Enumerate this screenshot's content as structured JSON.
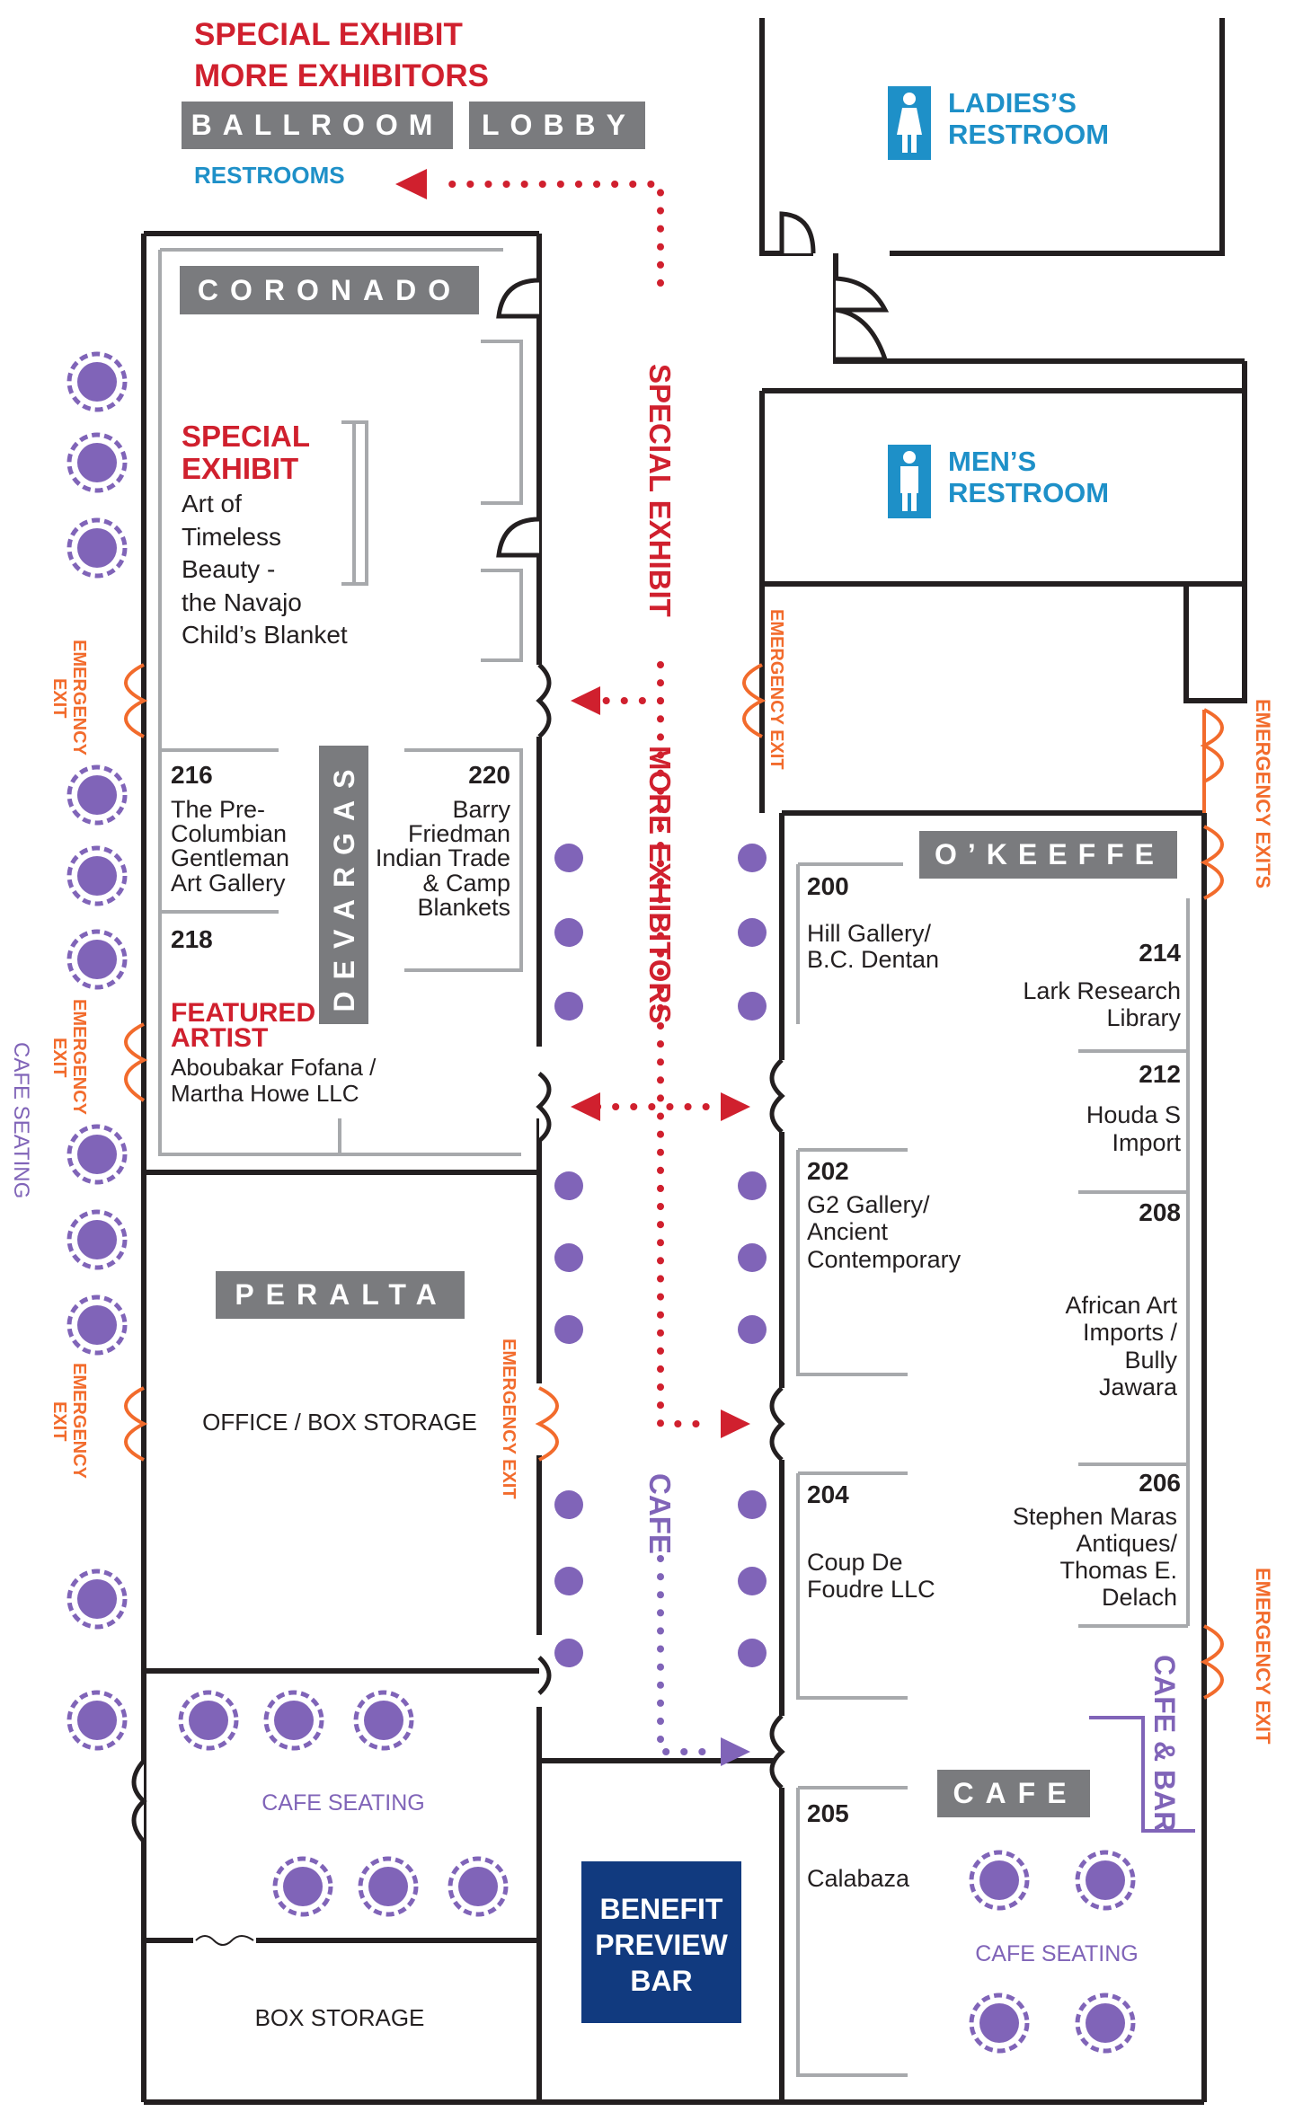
{
  "title": "",
  "top": {
    "special_exhibit": "SPECIAL EXHIBIT",
    "more_exhibitors": "MORE EXHIBITORS",
    "ballroom": "BALLROOM",
    "lobby": "LOBBY",
    "restrooms": "RESTROOMS"
  },
  "restrooms": {
    "ladies_1": "LADIES’S",
    "ladies_2": "RESTROOM",
    "mens_1": "MEN’S",
    "mens_2": "RESTROOM"
  },
  "corridor": {
    "special_exhibit": "SPECIAL EXHIBIT",
    "more_exhibitors": "MORE EXHIBITORS",
    "cafe": "CAFE"
  },
  "rooms": {
    "coronado": "CORONADO",
    "devargas": "DEVARGAS",
    "peralta": "PERALTA",
    "okeeffe": "O’KEEFFE",
    "cafe": "CAFE",
    "benefit_1": "BENEFIT",
    "benefit_2": "PREVIEW",
    "benefit_3": "BAR",
    "office": "OFFICE / BOX STORAGE",
    "box_storage": "BOX STORAGE",
    "cafe_seating": "CAFE SEATING"
  },
  "special_exhibit_block": {
    "head_1": "SPECIAL",
    "head_2": "EXHIBIT",
    "lines": [
      "Art of",
      "Timeless",
      "Beauty -",
      "the Navajo",
      "Child’s Blanket"
    ]
  },
  "featured": {
    "head_1": "FEATURED",
    "head_2": "ARTIST",
    "lines": [
      "Aboubakar Fofana /",
      "Martha Howe LLC"
    ]
  },
  "booths": {
    "b216": {
      "num": "216",
      "lines": [
        "The Pre-",
        "Columbian",
        "Gentleman",
        "Art Gallery"
      ]
    },
    "b218": {
      "num": "218"
    },
    "b220": {
      "num": "220",
      "lines": [
        "Barry",
        "Friedman",
        "Indian Trade",
        "& Camp",
        "Blankets"
      ]
    },
    "b200": {
      "num": "200",
      "lines": [
        "Hill Gallery/",
        "B.C. Dentan"
      ]
    },
    "b202": {
      "num": "202",
      "lines": [
        "G2 Gallery/",
        "Ancient",
        "Contemporary"
      ]
    },
    "b204": {
      "num": "204",
      "lines": [
        "Coup De",
        "Foudre LLC"
      ]
    },
    "b205": {
      "num": "205",
      "lines": [
        "Calabaza"
      ]
    },
    "b214": {
      "num": "214",
      "lines": [
        "Lark Research",
        "Library"
      ]
    },
    "b212": {
      "num": "212",
      "lines": [
        "Houda S",
        "Import"
      ]
    },
    "b208": {
      "num": "208",
      "lines": [
        "African Art",
        "Imports /",
        "Bully",
        "Jawara"
      ]
    },
    "b206": {
      "num": "206",
      "lines": [
        "Stephen Maras",
        "Antiques/",
        "Thomas E.",
        "Delach"
      ]
    }
  },
  "exits": {
    "emergency_1": "EMERGENCY",
    "exit": "EXIT",
    "emergency_exit": "EMERGENCY EXIT",
    "emergency_exits": "EMERGENCY EXITS",
    "cafe_seating_vertical": "CAFE SEATING",
    "cafe_bar": "CAFE & BAR"
  },
  "colors": {
    "wall": "#231f20",
    "red": "#d0202e",
    "gray": "#7a7b7e",
    "light_gray": "#a7a9ac",
    "blue": "#1e90c8",
    "orange": "#f26b2c",
    "purple": "#8064b8",
    "navy": "#113a7f"
  }
}
